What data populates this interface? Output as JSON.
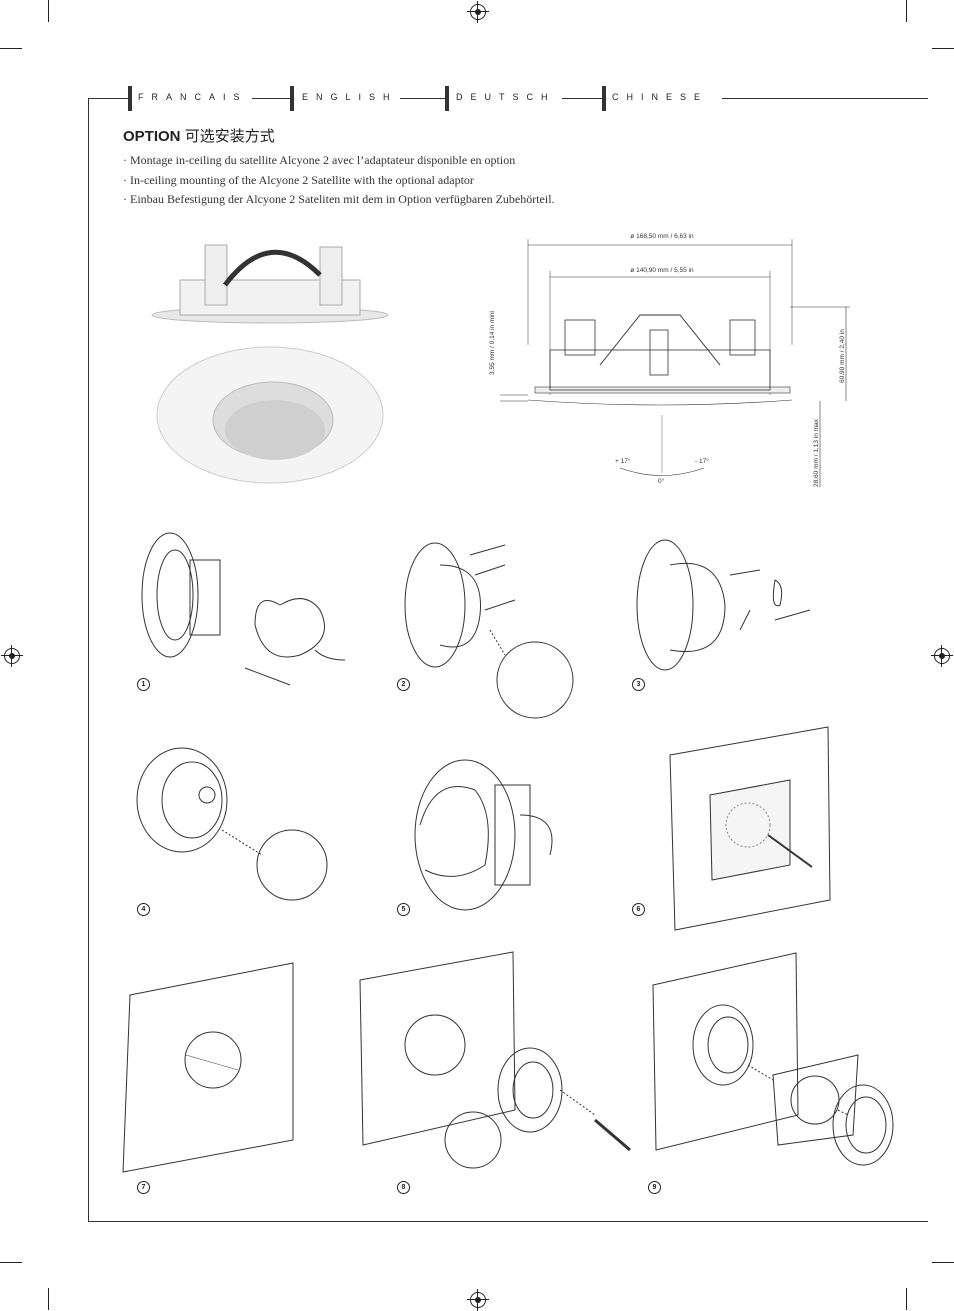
{
  "languages": [
    "FRANCAIS",
    "ENGLISH",
    "DEUTSCH",
    "CHINESE"
  ],
  "heading": {
    "bold": "OPTION",
    "chinese": "可选安装方式"
  },
  "bullets": [
    "· Montage in-ceiling du satellite Alcyone 2 avec l’adaptateur disponible en option",
    "· In-ceiling mounting of the Alcyone 2 Satellite with the optional adaptor",
    "· Einbau Befestigung der Alcyone 2 Sateliten mit dem in Option verfügbaren Zubehörteil."
  ],
  "dimensions": {
    "outer_diameter": "ø 168,50 mm / 6,63 in",
    "inner_diameter": "ø 140,90 mm / 5,55 in",
    "flange": "3,55 mm / 0,14 in mini",
    "depth": "60,90 mm / 2,40 in",
    "max_protrusion": "28,60 mm / 1,13 in max",
    "angle_plus": "+ 17°",
    "angle_minus": "- 17°",
    "angle_zero": "0°"
  },
  "steps": [
    "1",
    "2",
    "3",
    "4",
    "5",
    "6",
    "7",
    "8",
    "9"
  ]
}
